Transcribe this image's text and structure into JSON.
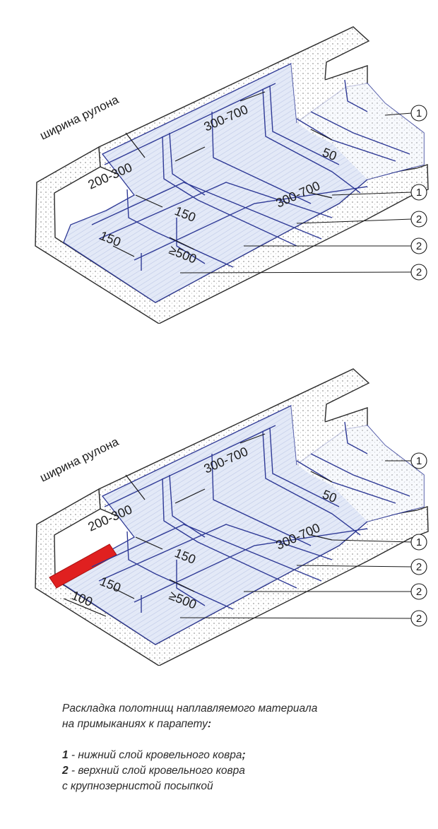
{
  "diagrams": [
    {
      "roll_width": "ширина рулона",
      "dims": [
        "300-700",
        "200-300",
        "50",
        "300-700",
        "150",
        "150",
        "≥500"
      ],
      "callouts": [
        "1",
        "1",
        "2",
        "2",
        "2"
      ]
    },
    {
      "roll_width": "ширина рулона",
      "dims": [
        "300-700",
        "200-300",
        "50",
        "300-700",
        "150",
        "150",
        "≥500",
        "100"
      ],
      "callouts": [
        "1",
        "1",
        "2",
        "2",
        "2"
      ]
    }
  ],
  "caption": {
    "title_line1": "Раскладка полотнищ наплавляемого материала",
    "title_line2": "на примыканиях к парапету",
    "title_mark": ":",
    "legend": [
      {
        "num": "1",
        "text": " - нижний слой кровельного ковра",
        "mark": ";"
      },
      {
        "num": "2",
        "text": " - верхний слой кровельного ковра"
      }
    ],
    "legend_cont": "с крупнозернистой посыпкой"
  },
  "colors": {
    "line": "#2f3a96",
    "membrane": "#dfe7f6",
    "accent": "#e02020",
    "dots": "#b9b9b9"
  }
}
